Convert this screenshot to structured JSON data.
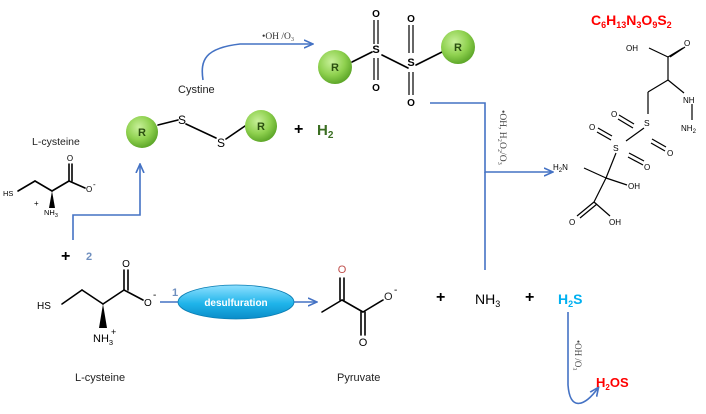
{
  "compounds": {
    "cystine_label": "Cystine",
    "lcysteine_top_label": "L-cysteine",
    "lcysteine_bottom_label": "L-cysteine",
    "pyruvate_label": "Pyruvate",
    "r_group": "R",
    "sulfur": "S",
    "oxygen": "O",
    "hs": "HS",
    "nh3": "NH",
    "nh3_sub": "3",
    "plus_charge": "+",
    "minus_charge": "-"
  },
  "products": {
    "h2": "H",
    "h2_sub": "2",
    "nh3": "NH",
    "nh3_sub": "3",
    "h2s_h": "H",
    "h2s_sub": "2",
    "h2s_s": "S",
    "h2os": "H",
    "h2os_sub": "2",
    "h2os_rest": "OS",
    "formula_c": "C",
    "formula_c_sub": "6",
    "formula_h": "H",
    "formula_h_sub": "13",
    "formula_n": "N",
    "formula_n_sub": "3",
    "formula_o": "O",
    "formula_o_sub": "9",
    "formula_s": "S",
    "formula_s_sub": "2"
  },
  "product_structure": {
    "oh_top": "OH",
    "o_top": "O",
    "nh": "NH",
    "nh2_right": "NH",
    "nh2_right_sub": "2",
    "s1": "S",
    "s2": "S",
    "o": "O",
    "h2n": "H",
    "h2n_sub": "2",
    "h2n_n": "N",
    "oh_side": "OH",
    "o_bottom": "O",
    "oh_bottom": "OH"
  },
  "reactions": {
    "oxidant_top": "•OH /O₃",
    "oxidant_vertical": "•OH, H₂O₂/O₃",
    "oxidant_bottom": "•OH /O₃",
    "step1": "1",
    "step2": "2",
    "enzyme": "desulfuration",
    "plus": "+"
  },
  "colors": {
    "arrow": "#4472c4",
    "r_ball": "#8fd14f",
    "h2_text": "#3b6e22",
    "h2s_text": "#00b0f0",
    "red_text": "#ff0000",
    "step_text": "#6f8fbf",
    "enzyme_fill": "#1fb4ea"
  }
}
